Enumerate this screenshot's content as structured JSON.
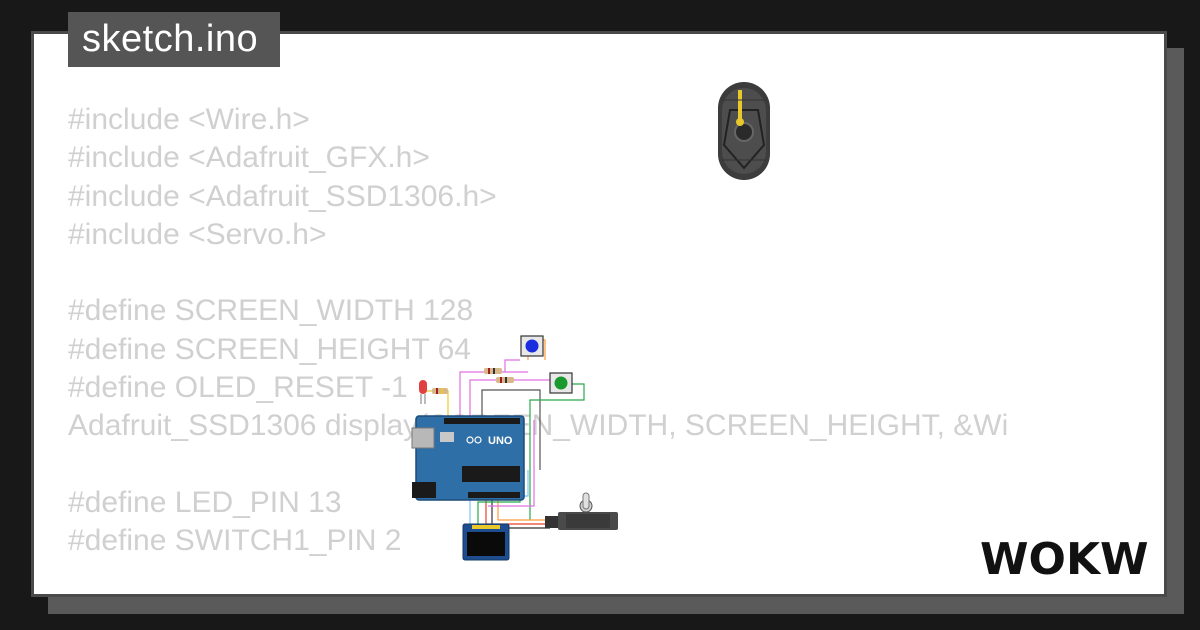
{
  "title": "sketch.ino",
  "code_lines": [
    "#include <Wire.h>",
    "#include <Adafruit_GFX.h>",
    "#include <Adafruit_SSD1306.h>",
    "#include <Servo.h>",
    "",
    "#define SCREEN_WIDTH 128",
    "#define SCREEN_HEIGHT 64",
    "#define OLED_RESET -1",
    "Adafruit_SSD1306 display(SCREEN_WIDTH, SCREEN_HEIGHT, &Wi",
    "",
    "#define LED_PIN 13",
    "#define SWITCH1_PIN 2"
  ],
  "board_label": "UNO",
  "logo_text": "WOKWi",
  "colors": {
    "code_text": "#d0d0d0",
    "title_bg": "#555555",
    "card_border": "#4a4a4a",
    "board_blue": "#2f6fa8"
  }
}
